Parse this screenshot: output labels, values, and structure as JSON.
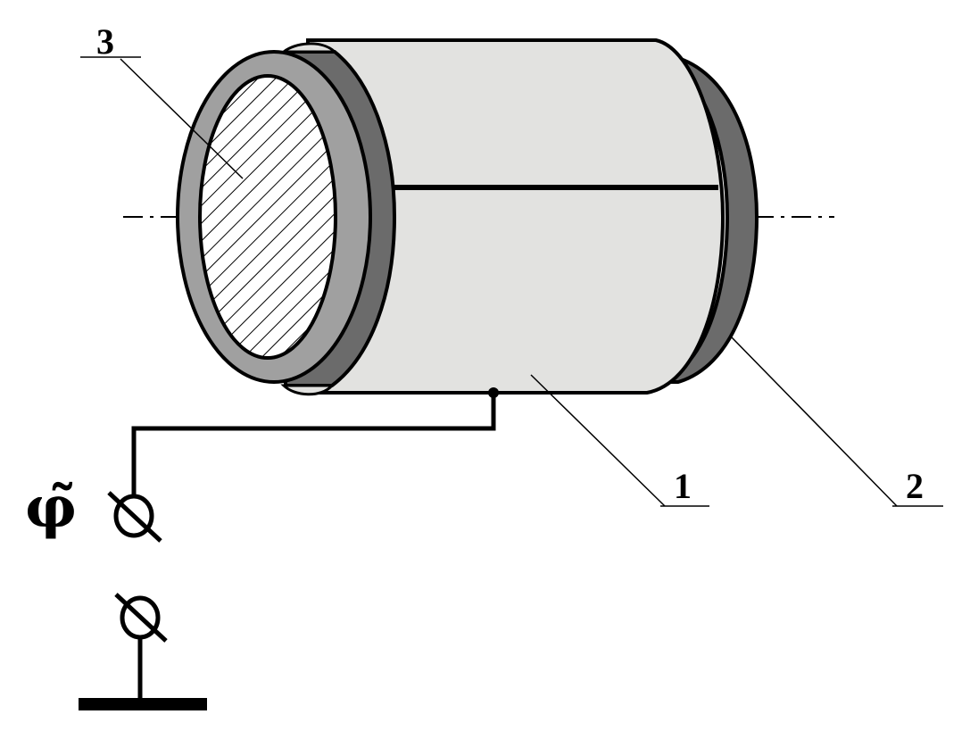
{
  "diagram": {
    "labels": {
      "cylinder_body": "1",
      "end_ring": "2",
      "end_face": "3"
    },
    "potential_symbol": "φ̃",
    "colors": {
      "body_fill": "#e2e2e0",
      "ring_dark": "#6b6b6b",
      "ring_light": "#a0a0a0",
      "hatch_bg": "#ffffff",
      "line": "#000000"
    }
  }
}
